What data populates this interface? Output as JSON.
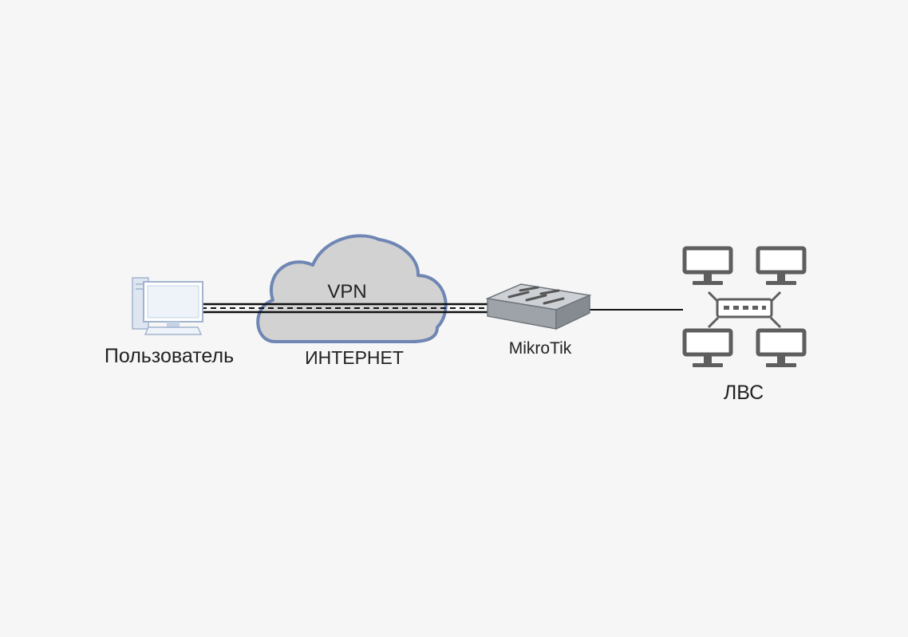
{
  "labels": {
    "user": "Пользователь",
    "vpn": "VPN",
    "internet": "ИНТЕРНЕТ",
    "router": "MikroTik",
    "lan": "ЛВС"
  },
  "icons": {
    "user": "desktop-computer-icon",
    "internet": "cloud-icon",
    "router": "router-icon",
    "lan_switch": "network-switch-icon",
    "lan_computer": "monitor-icon"
  },
  "colors": {
    "background": "#f6f6f6",
    "cloud_fill": "#d2d2d2",
    "cloud_stroke": "#6f86b4",
    "monitor": "#5e5e5e",
    "router_body": "#b4b9c0",
    "tunnel_line": "#111111"
  }
}
